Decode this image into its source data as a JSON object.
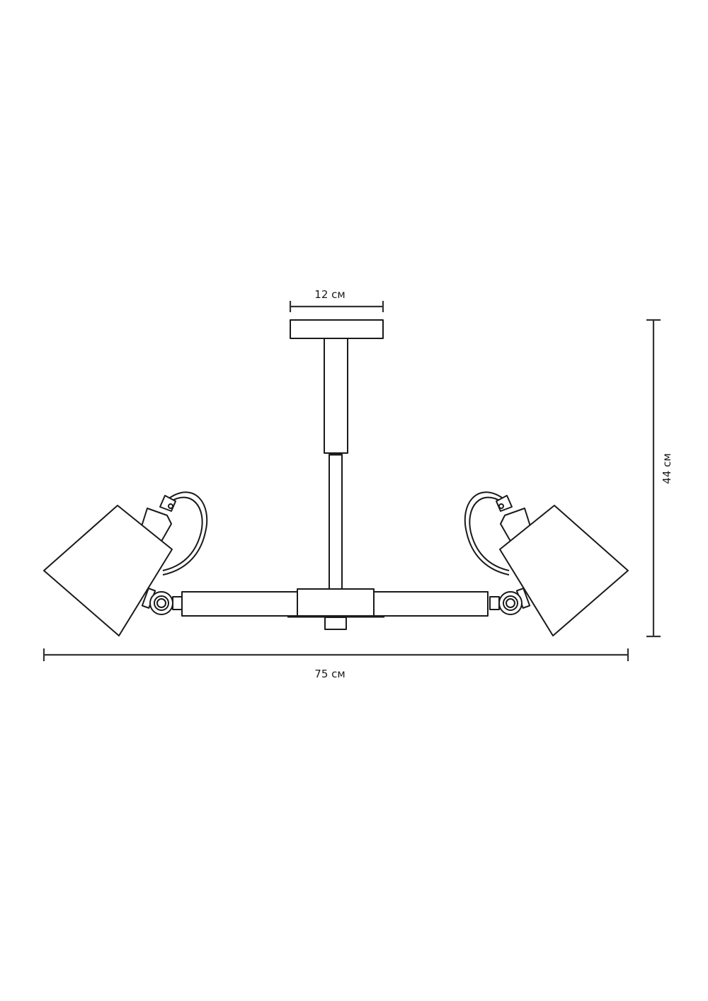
{
  "diagram": {
    "subject": "ceiling-lamp-two-arm-dimension-drawing",
    "background": "#ffffff",
    "line_color": "#1a1a1a",
    "dimensions": {
      "canopy_width": "12 см",
      "overall_width": "75 см",
      "overall_height": "44 см"
    },
    "parts": [
      "canopy",
      "rod",
      "central-hub",
      "left-arm",
      "right-arm",
      "left-shade",
      "right-shade",
      "left-hinge",
      "right-hinge",
      "left-wire-loop",
      "right-wire-loop"
    ]
  }
}
